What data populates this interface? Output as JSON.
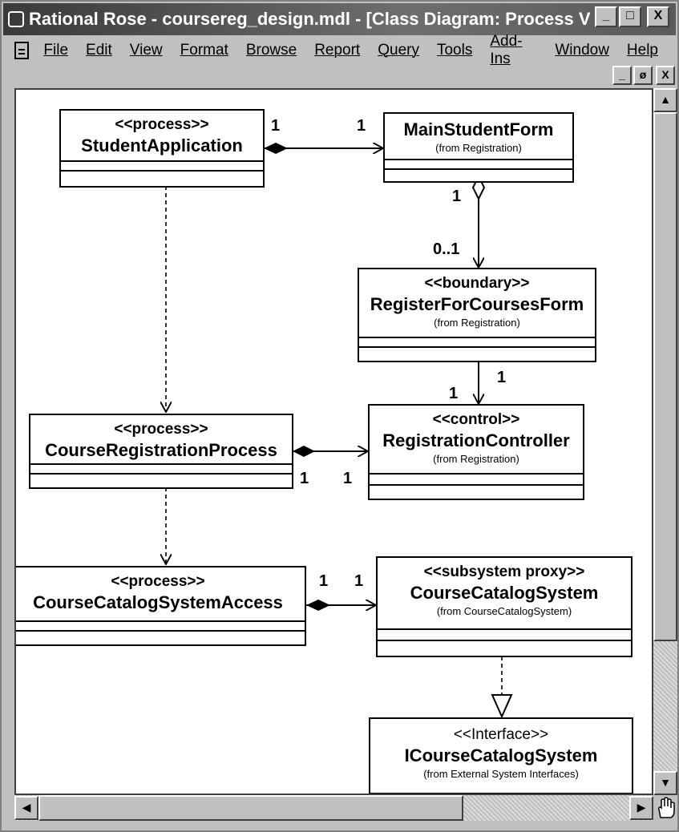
{
  "window": {
    "title": "Rational Rose - coursereg_design.mdl - [Class Diagram: Process View / ...",
    "controls": [
      "_",
      "□",
      "X"
    ],
    "mdi_controls": [
      "_",
      "ø",
      "X"
    ]
  },
  "menu": [
    "File",
    "Edit",
    "View",
    "Format",
    "Browse",
    "Report",
    "Query",
    "Tools",
    "Add-Ins",
    "Window",
    "Help"
  ],
  "diagram": {
    "classes": {
      "student_app": {
        "stereotype": "<<process>>",
        "name": "StudentApplication"
      },
      "main_form": {
        "name": "MainStudentForm",
        "from": "(from Registration)"
      },
      "register_form": {
        "stereotype": "<<boundary>>",
        "name": "RegisterForCoursesForm",
        "from": "(from Registration)"
      },
      "reg_process": {
        "stereotype": "<<process>>",
        "name": "CourseRegistrationProcess"
      },
      "reg_controller": {
        "stereotype": "<<control>>",
        "name": "RegistrationController",
        "from": "(from Registration)"
      },
      "catalog_access": {
        "stereotype": "<<process>>",
        "name": "CourseCatalogSystemAccess"
      },
      "catalog_system": {
        "stereotype": "<<subsystem proxy>>",
        "name": "CourseCatalogSystem",
        "from": "(from CourseCatalogSystem)"
      },
      "icatalog": {
        "stereotype": "<<Interface>>",
        "name": "ICourseCatalogSystem",
        "from": "(from External System Interfaces)"
      }
    },
    "multiplicities": {
      "app_main_a": "1",
      "app_main_b": "1",
      "main_reg_a": "1",
      "main_reg_b": "0..1",
      "reg_ctrl_a": "1",
      "reg_ctrl_b": "1",
      "proc_ctrl_a": "1",
      "proc_ctrl_b": "1",
      "access_cat_a": "1",
      "access_cat_b": "1"
    }
  }
}
